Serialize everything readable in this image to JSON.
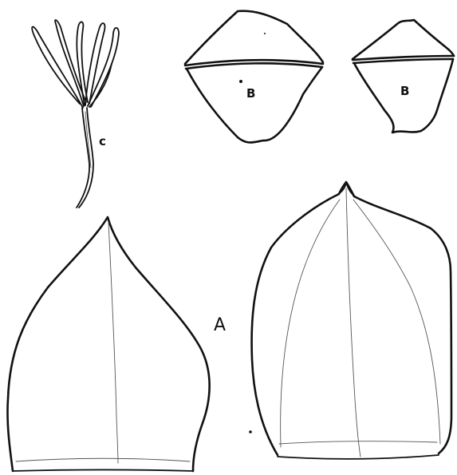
{
  "labels": {
    "c": "c",
    "b_left": "B",
    "b_right": "B",
    "a": "A"
  },
  "colors": {
    "ink": "#111111",
    "paper": "#ffffff"
  }
}
